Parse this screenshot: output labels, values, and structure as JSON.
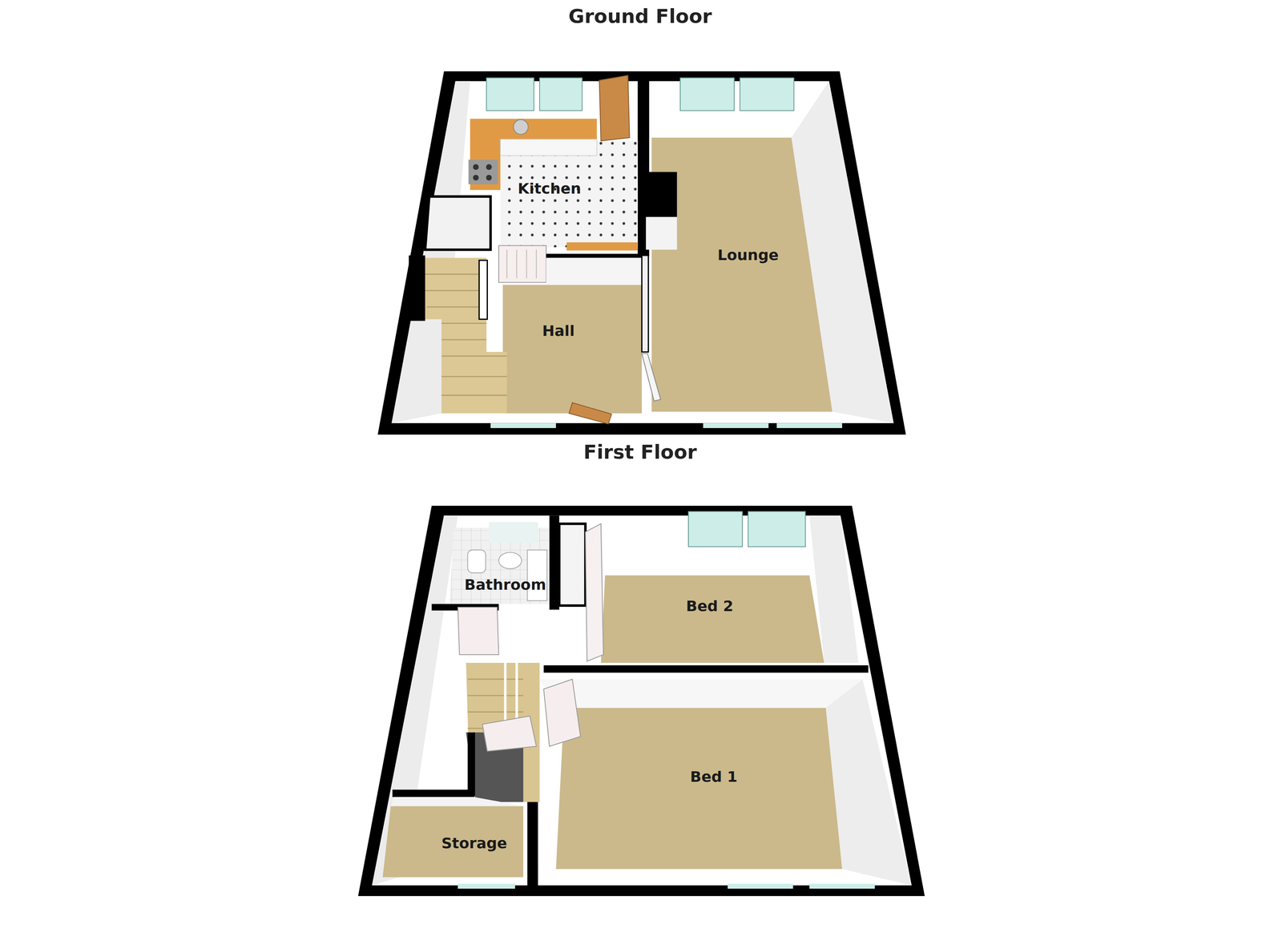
{
  "diagram": {
    "nodes": [
      {
        "text": [
          "Kitchen"
        ]
      },
      {
        "text": [
          "Lounge"
        ]
      },
      {
        "text": [
          "Hall"
        ]
      },
      {
        "text": [
          "Bathroom"
        ]
      },
      {
        "text": [
          "Bed 2"
        ]
      },
      {
        "text": [
          "Bed 1"
        ]
      },
      {
        "text": [
          "Storage"
        ]
      }
    ],
    "labels": [
      "Ground Floor",
      "First Floor"
    ]
  }
}
